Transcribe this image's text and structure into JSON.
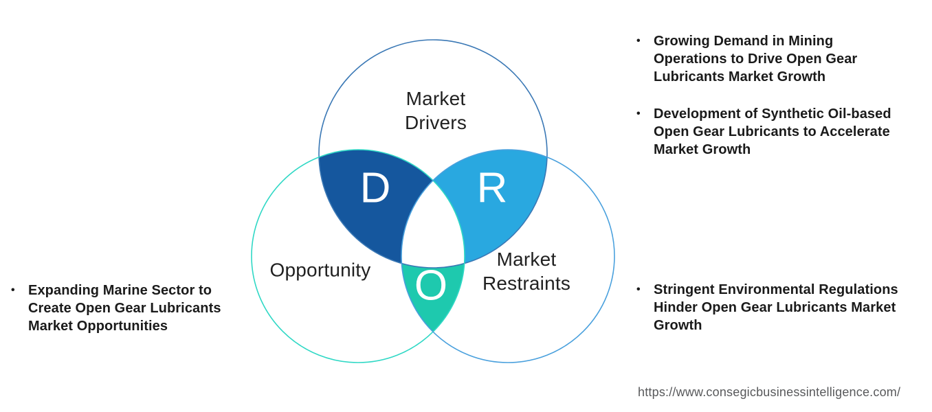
{
  "source_url": "https://www.consegicbusinessintelligence.com/",
  "bullet_glyph": "•",
  "diagram": {
    "type": "venn",
    "circles": {
      "drivers": {
        "label": "Market\nDrivers",
        "letter": "D",
        "stroke_color": "#3a78b5",
        "region_color": "#15579e"
      },
      "opportunity": {
        "label": "Opportunity",
        "letter": "O",
        "stroke_color": "#2fd8c5",
        "region_color": "#1ec9ae"
      },
      "restraints": {
        "label": "Market\nRestraints",
        "letter": "R",
        "stroke_color": "#49a0dd",
        "region_color": "#29a8e0"
      }
    }
  },
  "insights": {
    "drivers": [
      "Growing Demand in Mining\nOperations to Drive Open Gear\nLubricants Market Growth",
      "Development of Synthetic Oil-based\nOpen Gear Lubricants to Accelerate\nMarket Growth"
    ],
    "opportunity": [
      "Expanding Marine Sector to\nCreate Open Gear Lubricants\nMarket Opportunities"
    ],
    "restraints": [
      "Stringent Environmental Regulations\nHinder Open Gear Lubricants Market\nGrowth"
    ]
  }
}
